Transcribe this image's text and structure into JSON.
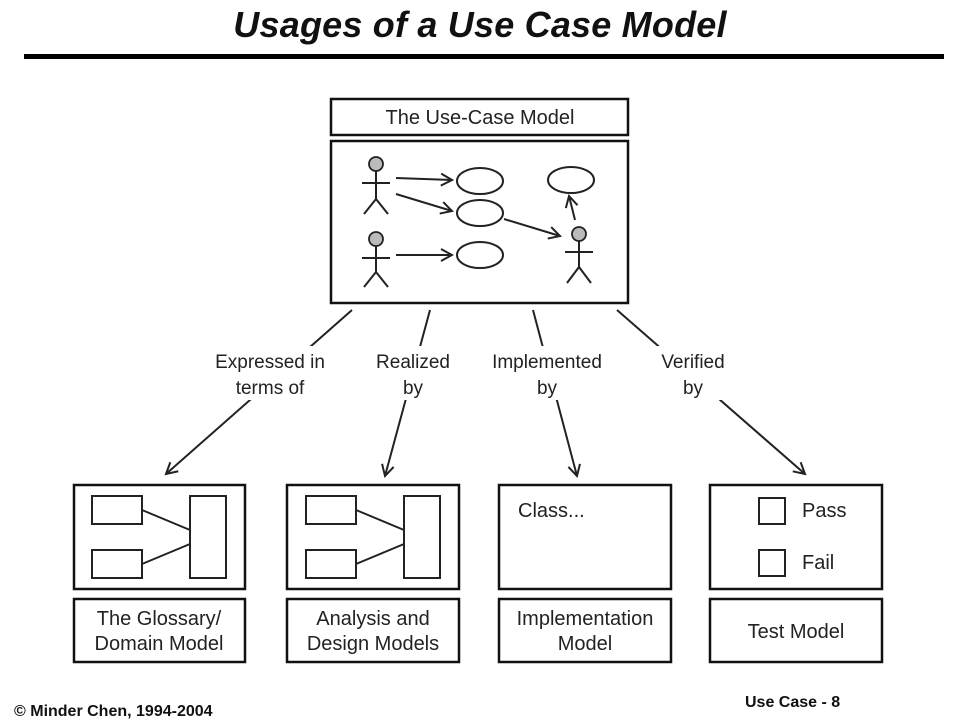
{
  "slide": {
    "title": "Usages of a Use Case Model",
    "footer_left": "© Minder Chen, 1994-2004",
    "footer_right": "Use Case - 8"
  },
  "diagram": {
    "top_label": "The Use-Case Model",
    "arrows": [
      {
        "line1": "Expressed in",
        "line2": "terms of"
      },
      {
        "line1": "Realized",
        "line2": "by"
      },
      {
        "line1": "Implemented",
        "line2": "by"
      },
      {
        "line1": "Verified",
        "line2": "by"
      }
    ],
    "models": [
      {
        "line1": "The Glossary/",
        "line2": "Domain Model"
      },
      {
        "line1": "Analysis and",
        "line2": "Design Models"
      },
      {
        "line1": "Implementation",
        "line2": "Model"
      },
      {
        "line1": "Test Model",
        "line2": ""
      }
    ],
    "implementation_text": "Class...",
    "test_items": [
      "Pass",
      "Fail"
    ]
  }
}
